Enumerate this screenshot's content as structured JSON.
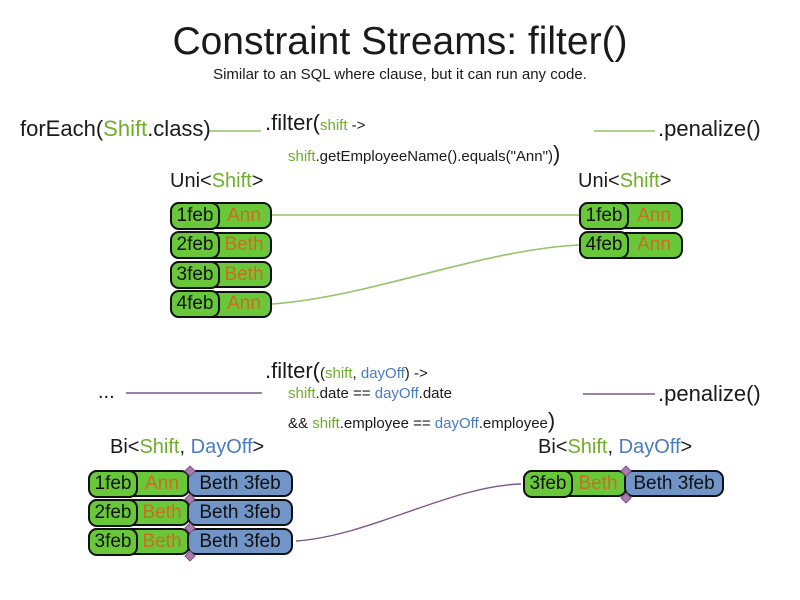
{
  "title": "Constraint Streams: filter()",
  "subtitle": "Similar to an SQL where clause, but it can run any code.",
  "colors": {
    "shift_green_fill": "#68c83a",
    "dayoff_blue_fill": "#7295c8",
    "employee_orange_text": "#cc6d1e",
    "code_green_text": "#6fae2b",
    "code_blue_text": "#4a7bbd",
    "green_wire": "#94c469",
    "purple_wire": "#7a568a"
  },
  "top": {
    "foreach": {
      "prefix": "forEach(",
      "type": "Shift",
      "suffix": ".class)"
    },
    "filter": {
      "open": ".filter(",
      "param": "shift",
      "arrow": " ->",
      "body_var": "shift",
      "body_rest": ".getEmployeeName().equals(\"Ann\")",
      "close": ")"
    },
    "penalize": ".penalize()",
    "uni_left": {
      "prefix": "Uni<",
      "type": "Shift",
      "suffix": ">"
    },
    "uni_right": {
      "prefix": "Uni<",
      "type": "Shift",
      "suffix": ">"
    },
    "left_rows": [
      {
        "date": "1feb",
        "name": "Ann"
      },
      {
        "date": "2feb",
        "name": "Beth"
      },
      {
        "date": "3feb",
        "name": "Beth"
      },
      {
        "date": "4feb",
        "name": "Ann"
      }
    ],
    "right_rows": [
      {
        "date": "1feb",
        "name": "Ann"
      },
      {
        "date": "4feb",
        "name": "Ann"
      }
    ]
  },
  "mid": {
    "ellipsis": "...",
    "filter": {
      "open": ".filter(",
      "paren_open": "(",
      "param1": "shift",
      "comma": ", ",
      "param2": "dayOff",
      "paren_close": ")",
      "arrow": " ->",
      "l2_var1": "shift",
      "l2_mid": ".date == ",
      "l2_var2": "dayOff",
      "l2_end": ".date",
      "l3_and": "&& ",
      "l3_var1": "shift",
      "l3_mid": ".employee == ",
      "l3_var2": "dayOff",
      "l3_end": ".employee",
      "close": ")"
    },
    "penalize": ".penalize()",
    "bi_left_label": {
      "prefix": "Bi<",
      "type1": "Shift",
      "comma": ", ",
      "type2": "DayOff",
      "suffix": ">"
    },
    "bi_right_label": {
      "prefix": "Bi<",
      "type1": "Shift",
      "comma": ", ",
      "type2": "DayOff",
      "suffix": ">"
    },
    "bi_left_rows": [
      {
        "date": "1feb",
        "name": "Ann",
        "dayoff": "Beth 3feb"
      },
      {
        "date": "2feb",
        "name": "Beth",
        "dayoff": "Beth 3feb"
      },
      {
        "date": "3feb",
        "name": "Beth",
        "dayoff": "Beth 3feb"
      }
    ],
    "bi_right_rows": [
      {
        "date": "3feb",
        "name": "Beth",
        "dayoff": "Beth 3feb"
      }
    ]
  }
}
